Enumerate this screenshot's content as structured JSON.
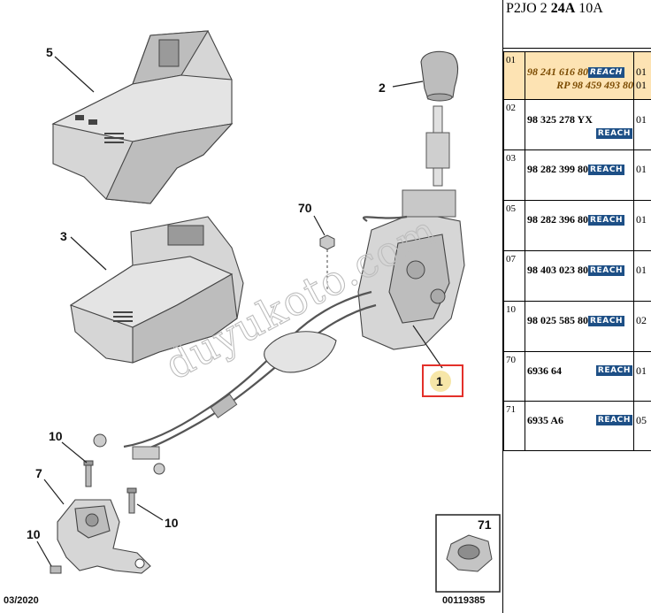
{
  "diagram": {
    "labels": {
      "l5": "5",
      "l2": "2",
      "l70": "70",
      "l3": "3",
      "l1": "1",
      "l10a": "10",
      "l7": "7",
      "l10b": "10",
      "l10c": "10",
      "l71": "71"
    },
    "watermark": "duyukoto.com",
    "date": "03/2020",
    "ref_code": "00119385",
    "highlight_color": "#e3302a"
  },
  "panel": {
    "title_a": "P2JO 2 ",
    "title_b": "24A",
    "title_c": " 10A",
    "badge_text": "REACH",
    "badge_color": "#1d4f86",
    "selected_row_color": "#fde3b3",
    "rows": [
      {
        "ref": "01",
        "part": "98 241 616 80",
        "part2": "RP 98 459 493 80",
        "qty": "01",
        "qty2": "01"
      },
      {
        "ref": "02",
        "part": "98 325 278 YX",
        "qty": "01"
      },
      {
        "ref": "03",
        "part": "98 282 399 80",
        "qty": "01"
      },
      {
        "ref": "05",
        "part": "98 282 396 80",
        "qty": "01"
      },
      {
        "ref": "07",
        "part": "98 403 023 80",
        "qty": "01"
      },
      {
        "ref": "10",
        "part": "98 025 585 80",
        "qty": "02"
      },
      {
        "ref": "70",
        "part": "6936 64",
        "qty": "01"
      },
      {
        "ref": "71",
        "part": "6935 A6",
        "qty": "05"
      }
    ]
  }
}
